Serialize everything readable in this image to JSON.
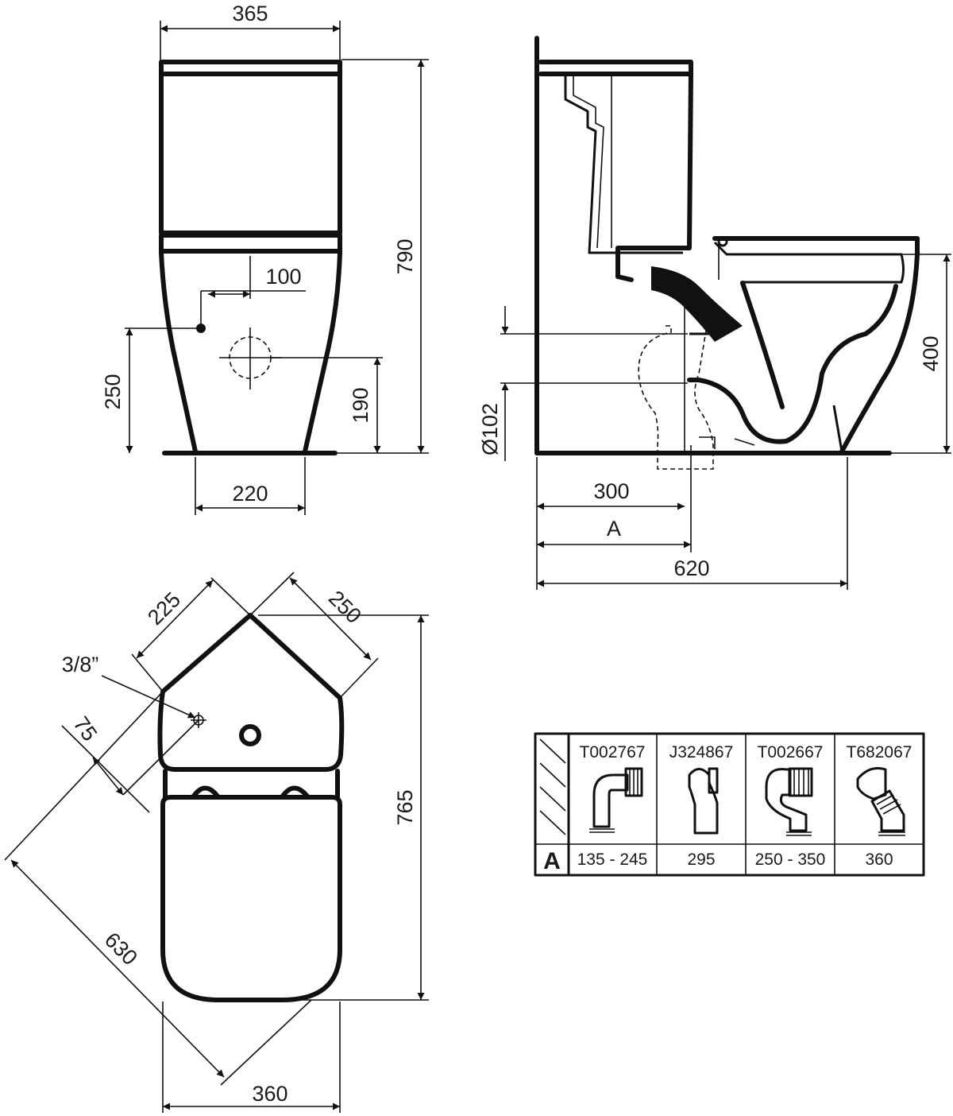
{
  "colors": {
    "ink": "#111111",
    "paper": "#ffffff"
  },
  "front_view": {
    "width": "365",
    "height": "790",
    "inlet_offset": "100",
    "inlet_height": "250",
    "outlet_height": "190",
    "foot_width": "220"
  },
  "side_view": {
    "seat_height": "400",
    "outlet_diameter": "Ø102",
    "outlet_distance": "300",
    "variable_label": "A",
    "depth": "620"
  },
  "top_view": {
    "side_a": "225",
    "side_b": "250",
    "inlet_thread": "3/8”",
    "inlet_offset": "75",
    "diagonal": "630",
    "depth": "765",
    "width": "360"
  },
  "connector_table": {
    "row_label": "A",
    "columns": [
      {
        "code": "T002767",
        "icon": "elbow-pan-connector-icon",
        "range": "135 - 245"
      },
      {
        "code": "J324867",
        "icon": "offset-pan-connector-icon",
        "range": "295"
      },
      {
        "code": "T002667",
        "icon": "double-elbow-pan-connector-icon",
        "range": "250 - 350"
      },
      {
        "code": "T682067",
        "icon": "angled-pan-connector-icon",
        "range": "360"
      }
    ]
  }
}
